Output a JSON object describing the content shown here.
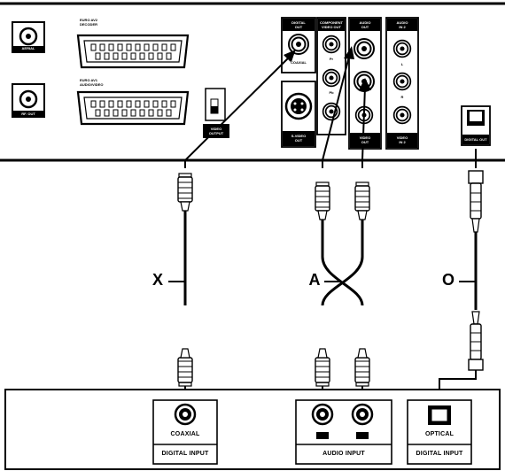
{
  "panel": {
    "aerial": "AERIAL",
    "rf_out": "RF. OUT",
    "euro_av1": "EURO AV1\nAUDIO/VIDEO",
    "euro_av2": "EURO AV2\nDECODER",
    "video_output": "VIDEO\nOUTPUT",
    "digital_out": "DIGITAL\nOUT",
    "coaxial_out": "COAXIAL",
    "component_video_out": "COMPONENT\nVIDEO OUT",
    "pr": "Pr",
    "pb": "Pb",
    "y": "Y",
    "s_video_out": "S-VIDEO\nOUT",
    "audio_out": "AUDIO\nOUT",
    "audio_in2": "AUDIO\nIN 2",
    "video_out": "VIDEO\nOUT",
    "video_in2": "VIDEO\nIN 2",
    "l": "L",
    "r": "R",
    "digital_out_optical": "DIGITAL OUT"
  },
  "cables": {
    "x": "X",
    "a": "A",
    "o": "O"
  },
  "receiver": {
    "coaxial": "COAXIAL",
    "digital_input_1": "DIGITAL INPUT",
    "audio_input": "AUDIO INPUT",
    "optical": "OPTICAL",
    "digital_input_2": "DIGITAL INPUT"
  }
}
